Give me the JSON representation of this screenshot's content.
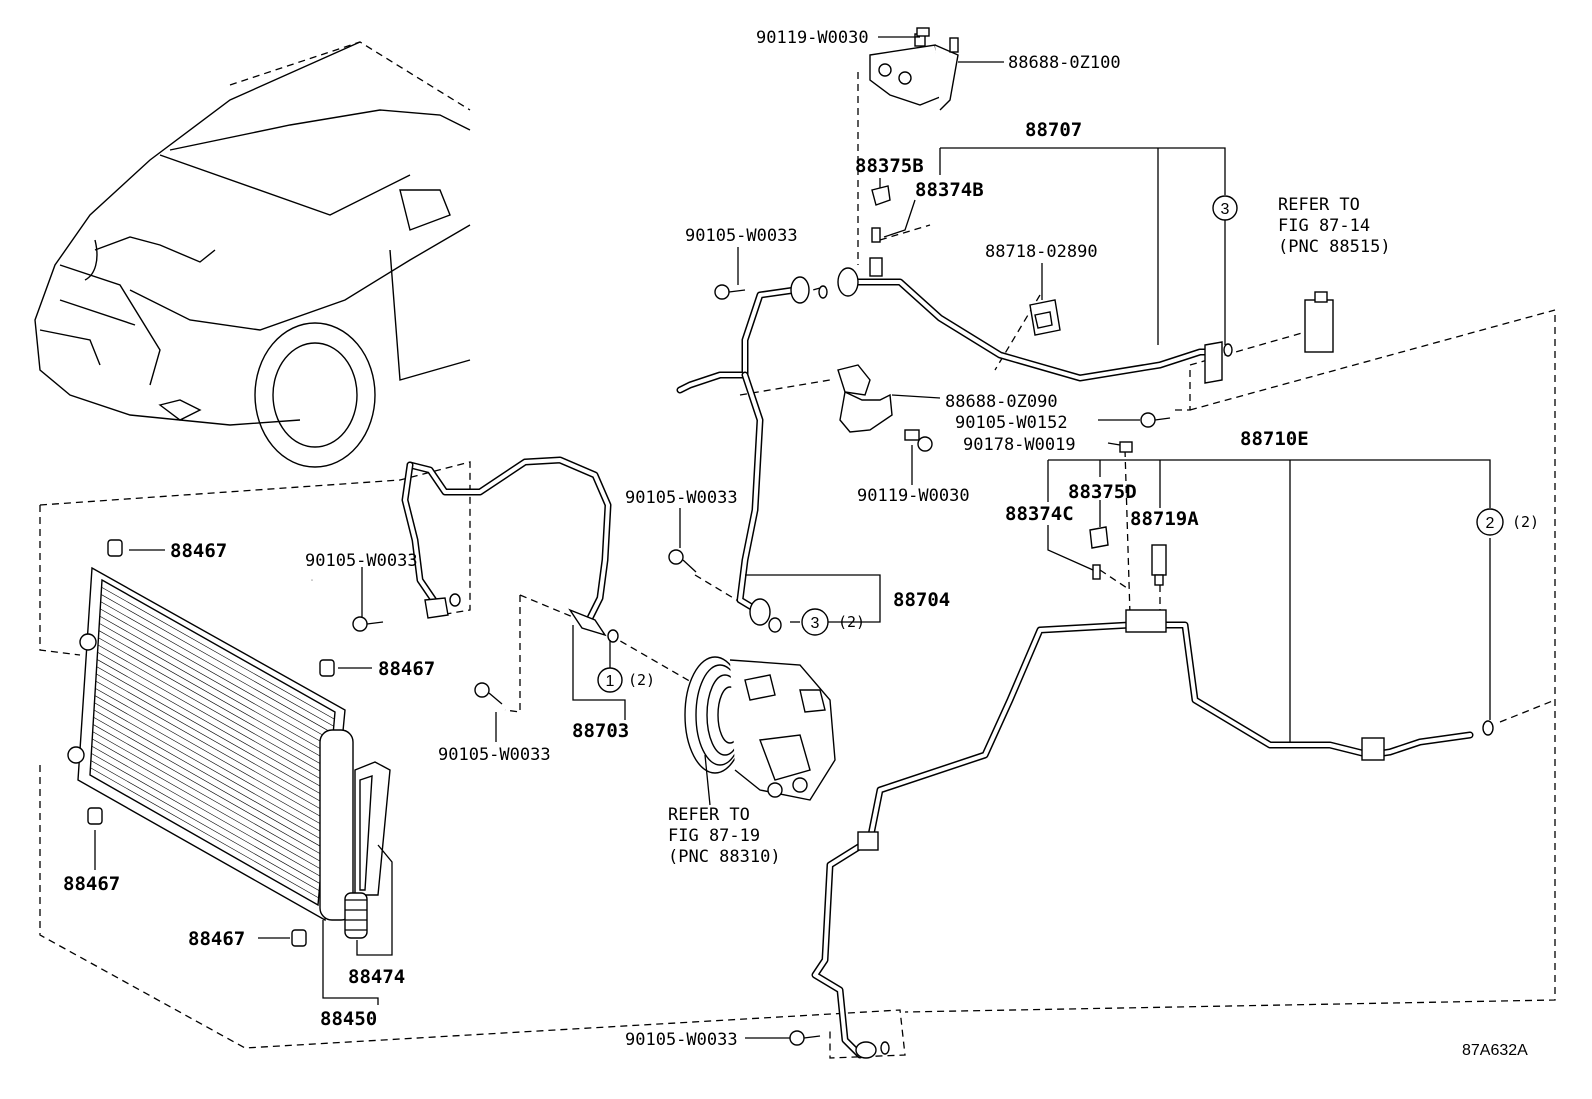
{
  "labels": {
    "p1": "90119-W0030",
    "p2": "88688-0Z100",
    "p3": "88707",
    "p4": "88375B",
    "p5": "88374B",
    "p6": "90105-W0033",
    "p7": "88718-02890",
    "p8": "88688-0Z090",
    "p9": "90105-W0152",
    "p10": "90178-W0019",
    "p11": "88710E",
    "p12": "88375D",
    "p13": "88374C",
    "p14": "88719A",
    "p15": "90119-W0030",
    "p16": "90105-W0033",
    "p17": "88704",
    "p18": "88467",
    "p19": "90105-W0033",
    "p20": "88467",
    "p21": "90105-W0033",
    "p22": "88703",
    "p23": "88467",
    "p24": "88467",
    "p25": "88474",
    "p26": "88450",
    "p27": "90105-W0033"
  },
  "refs": {
    "r1": [
      "REFER TO",
      "FIG 87-14",
      "(PNC 88515)"
    ],
    "r2": [
      "REFER TO",
      "FIG 87-19",
      "(PNC 88310)"
    ]
  },
  "callouts": {
    "c1": "1",
    "c1q": "(2)",
    "c2": "2",
    "c2q": "(2)",
    "c3a": "3",
    "c3b": "3",
    "c3q": "(2)"
  },
  "figure_code": "87A632A"
}
